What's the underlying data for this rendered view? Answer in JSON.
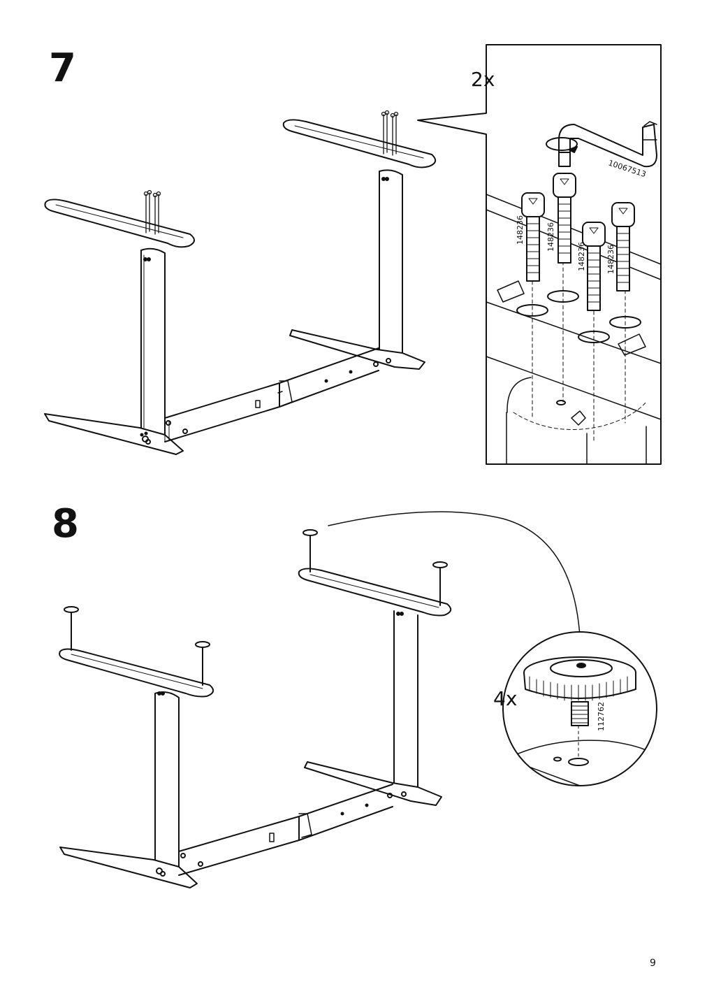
{
  "page": {
    "number": "9"
  },
  "steps": [
    {
      "number": "7",
      "quantity": "2x",
      "parts": [
        {
          "id": "148236"
        },
        {
          "id": "10067513"
        }
      ]
    },
    {
      "number": "8",
      "quantity": "4x",
      "parts": [
        {
          "id": "112762"
        }
      ]
    }
  ],
  "colors": {
    "line": "#111111",
    "background": "#ffffff"
  }
}
